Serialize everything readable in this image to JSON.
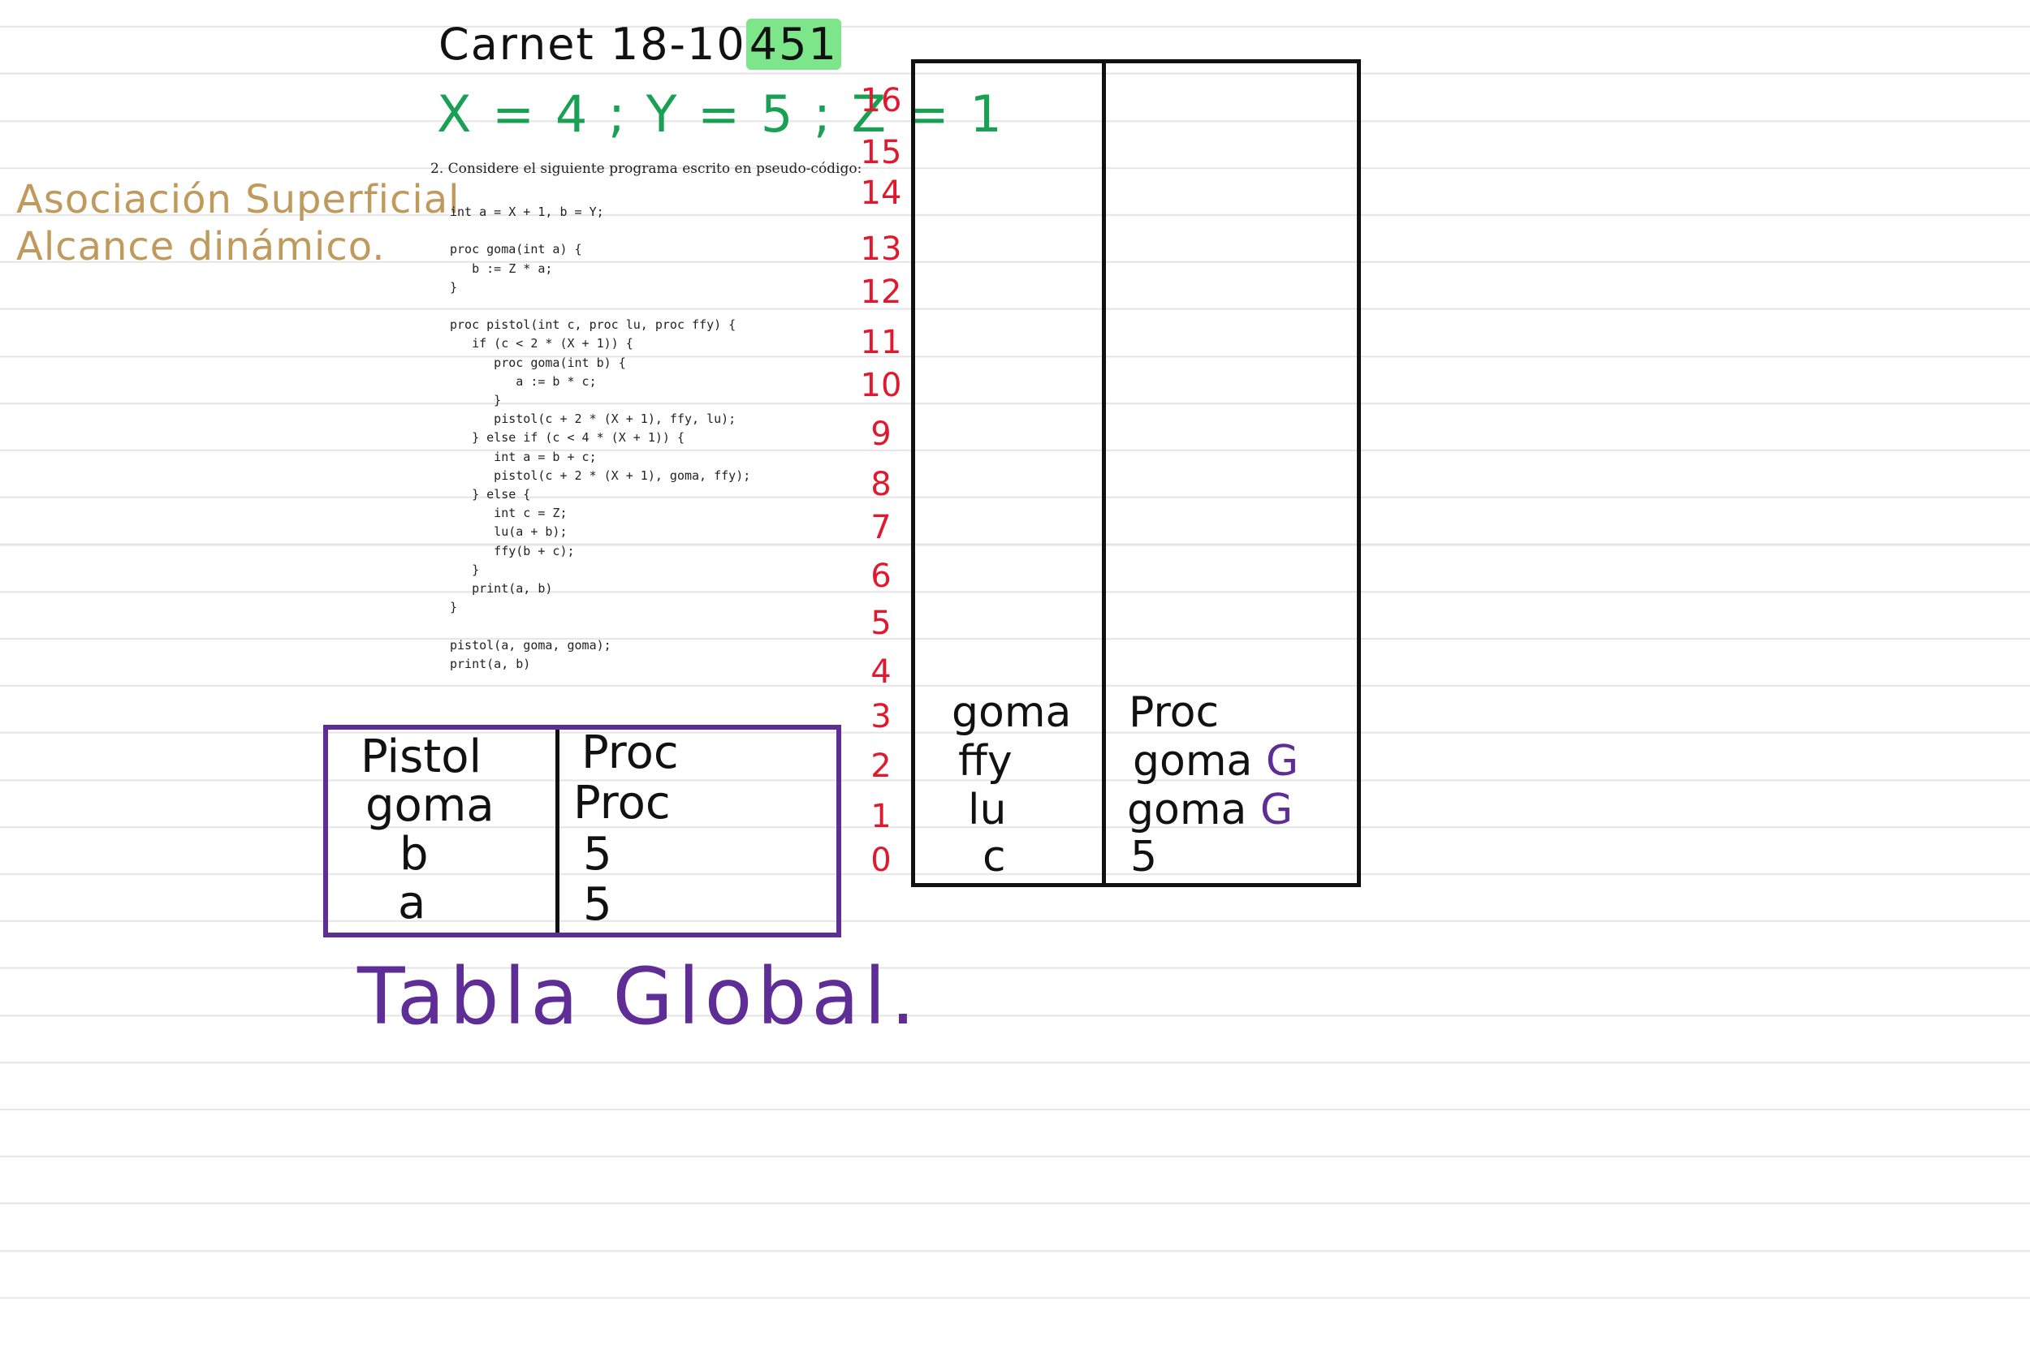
{
  "header": {
    "carnet_label": "Carnet",
    "carnet_prefix": "18-10",
    "carnet_highlight": "451",
    "variables": "X = 4 ; Y = 5 ; Z = 1"
  },
  "notes": {
    "line1": "Asociación Superficial",
    "line2": "Alcance dinámico."
  },
  "problem": {
    "statement": "2.  Considere el siguiente programa escrito en pseudo-código:",
    "code": "int a = X + 1, b = Y;\n\nproc goma(int a) {\n   b := Z * a;\n}\n\nproc pistol(int c, proc lu, proc ffy) {\n   if (c < 2 * (X + 1)) {\n      proc goma(int b) {\n         a := b * c;\n      }\n      pistol(c + 2 * (X + 1), ffy, lu);\n   } else if (c < 4 * (X + 1)) {\n      int a = b + c;\n      pistol(c + 2 * (X + 1), goma, ffy);\n   } else {\n      int c = Z;\n      lu(a + b);\n      ffy(b + c);\n   }\n   print(a, b)\n}\n\npistol(a, goma, goma);\nprint(a, b)"
  },
  "row_numbers": [
    "16",
    "15",
    "14",
    "13",
    "12",
    "11",
    "10",
    "9",
    "8",
    "7",
    "6",
    "5",
    "4",
    "3",
    "2",
    "1",
    "0"
  ],
  "stack": {
    "rows": [
      {
        "index": "3",
        "name": "goma",
        "value": "Proc",
        "tag": ""
      },
      {
        "index": "2",
        "name": "ffy",
        "value": "goma",
        "tag": "G"
      },
      {
        "index": "1",
        "name": "lu",
        "value": "goma",
        "tag": "G"
      },
      {
        "index": "0",
        "name": "c",
        "value": "5",
        "tag": ""
      }
    ]
  },
  "global_table": {
    "rows": [
      {
        "name": "Pistol",
        "value": "Proc"
      },
      {
        "name": "goma",
        "value": "Proc"
      },
      {
        "name": "b",
        "value": "5"
      },
      {
        "name": "a",
        "value": "5"
      }
    ],
    "title": "Tabla Global."
  },
  "colors": {
    "ink": "#111111",
    "green": "#1aa053",
    "highlight": "#7ee68a",
    "tan": "#c09a5c",
    "red": "#e0192e",
    "purple": "#5e2e96"
  }
}
